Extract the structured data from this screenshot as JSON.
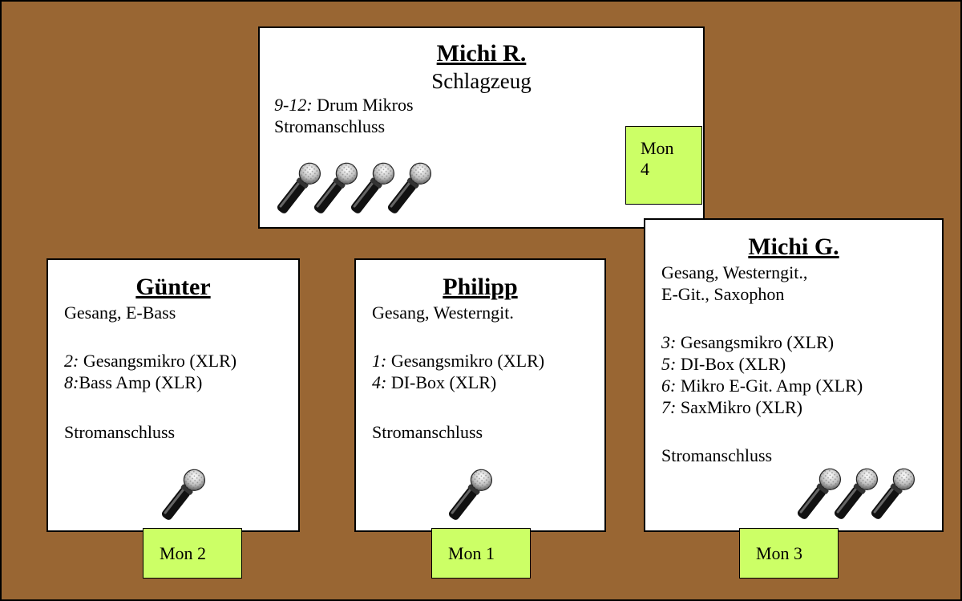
{
  "colors": {
    "stage": "#996633",
    "monitor": "#ccff66",
    "box": "#ffffff"
  },
  "performers": [
    {
      "name": "Michi R.",
      "instrument": "Schlagzeug",
      "channels": [
        {
          "ch": "9-12:",
          "label": " Drum Mikros"
        }
      ],
      "power": "Stromanschluss",
      "mic_count": 4
    },
    {
      "name": "Günter",
      "instrument": "Gesang, E-Bass",
      "channels": [
        {
          "ch": "2:",
          "label": " Gesangsmikro (XLR)"
        },
        {
          "ch": "8:",
          "label": "Bass Amp (XLR)"
        }
      ],
      "power": "Stromanschluss",
      "mic_count": 1
    },
    {
      "name": "Philipp",
      "instrument": "Gesang, Westerngit.",
      "channels": [
        {
          "ch": "1:",
          "label": " Gesangsmikro (XLR)"
        },
        {
          "ch": "4:",
          "label": " DI-Box (XLR)"
        }
      ],
      "power": "Stromanschluss",
      "mic_count": 1
    },
    {
      "name": "Michi G.",
      "instrument_lines": [
        "Gesang, Westerngit.,",
        "E-Git., Saxophon"
      ],
      "channels": [
        {
          "ch": "3:",
          "label": " Gesangsmikro (XLR)"
        },
        {
          "ch": "5:",
          "label": " DI-Box (XLR)"
        },
        {
          "ch": "6:",
          "label": " Mikro E-Git. Amp (XLR)"
        },
        {
          "ch": "7:",
          "label": " SaxMikro (XLR)"
        }
      ],
      "power": "Stromanschluss",
      "mic_count": 3
    }
  ],
  "monitors": {
    "mon4": {
      "line1": "Mon",
      "line2": "4"
    },
    "mon2": "Mon 2",
    "mon1": "Mon 1",
    "mon3": "Mon 3"
  },
  "icons": {
    "mic": "microphone-icon"
  }
}
